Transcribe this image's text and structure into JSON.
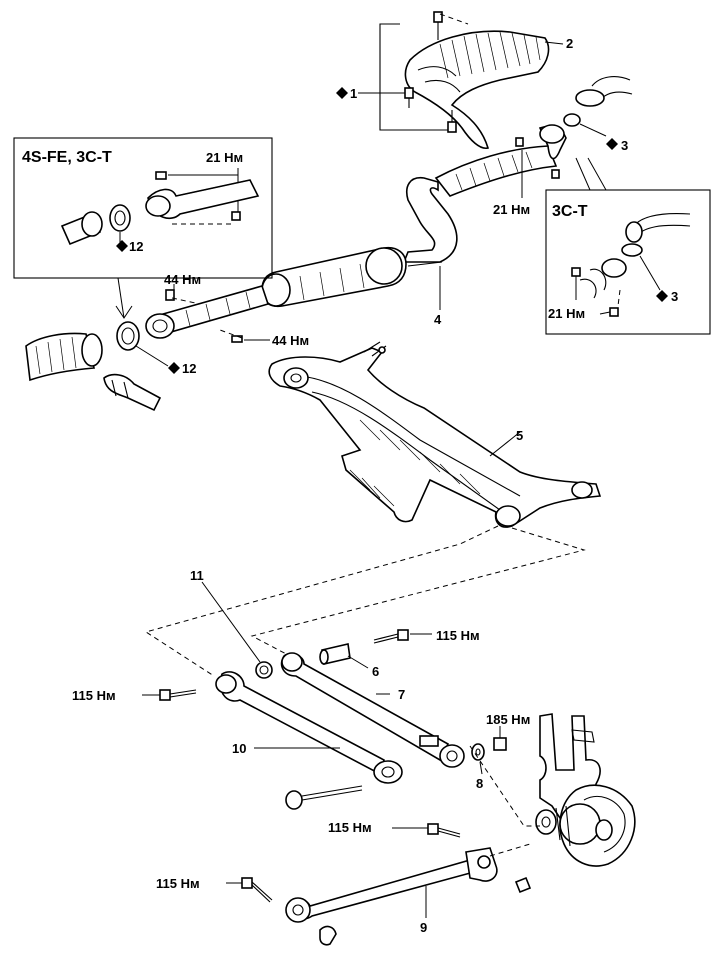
{
  "box_4s": {
    "title": "4S-FE, 3C-T",
    "torque": "21 Нм",
    "part": "12"
  },
  "box_3ct": {
    "title": "3C-T",
    "torque": "21 Нм",
    "part": "3"
  },
  "labels": {
    "p1": "1",
    "p2": "2",
    "p3": "3",
    "p4": "4",
    "p5": "5",
    "p6": "6",
    "p7": "7",
    "p8": "8",
    "p9": "9",
    "p10": "10",
    "p11": "11",
    "p12": "12",
    "t_21_cat": "21 Нм",
    "t_44_top": "44 Нм",
    "t_44_bot": "44 Нм",
    "t_115_a": "115 Нм",
    "t_115_b": "115 Нм",
    "t_115_c": "115 Нм",
    "t_115_d": "115 Нм",
    "t_185": "185 Нм"
  },
  "colors": {
    "ink": "#000000",
    "paper": "#ffffff"
  }
}
